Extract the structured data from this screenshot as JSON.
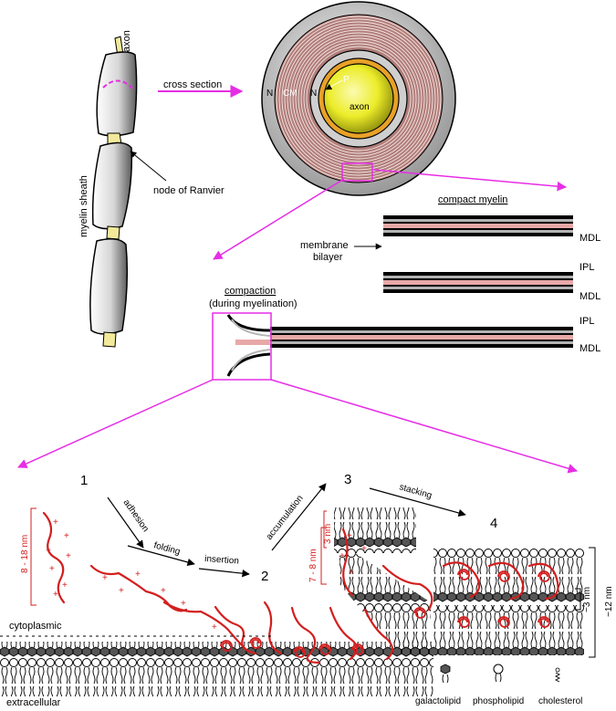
{
  "labels": {
    "axon_top": "axon",
    "myelin_sheath": "myelin sheath",
    "node_of_ranvier": "node of Ranvier",
    "cross_section": "cross section",
    "axon_center": "axon",
    "P": "P",
    "N_left": "N",
    "N_right": "N",
    "CM": "CM",
    "compact_myelin": "compact myelin",
    "membrane_bilayer_1": "membrane",
    "membrane_bilayer_2": "bilayer",
    "compaction": "compaction",
    "during_myelination": "(during myelination)",
    "MDL_1": "MDL",
    "IPL_1": "IPL",
    "MDL_2": "MDL",
    "IPL_2": "IPL",
    "MDL_3": "MDL"
  },
  "steps": {
    "s1": "1",
    "s2": "2",
    "s3": "3",
    "s4": "4",
    "adhesion": "adhesion",
    "folding": "folding",
    "insertion": "insertion",
    "accumulation": "accumulation",
    "stacking": "stacking"
  },
  "dimensions": {
    "d_8_18": "8 - 18 nm",
    "d_7_8": "7 - 8 nm",
    "d_3": "3 nm",
    "d_about_3": "~3 nm",
    "d_about_12": "~12 nm"
  },
  "membrane_sides": {
    "cytoplasmic": "cytoplasmic",
    "extracellular": "extracellular"
  },
  "legend": {
    "galactolipid": "galactolipid",
    "phospholipid": "phospholipid",
    "cholesterol": "cholesterol"
  },
  "colors": {
    "magenta": "#e62de6",
    "red": "#d31f1f",
    "myelin_brown": "#b07e7a",
    "mdl_pink": "#e7a9a8",
    "ipl_grey": "#b4b4b4",
    "axon_yellow": "#f0f01e",
    "ring_orange": "#e8a128"
  }
}
